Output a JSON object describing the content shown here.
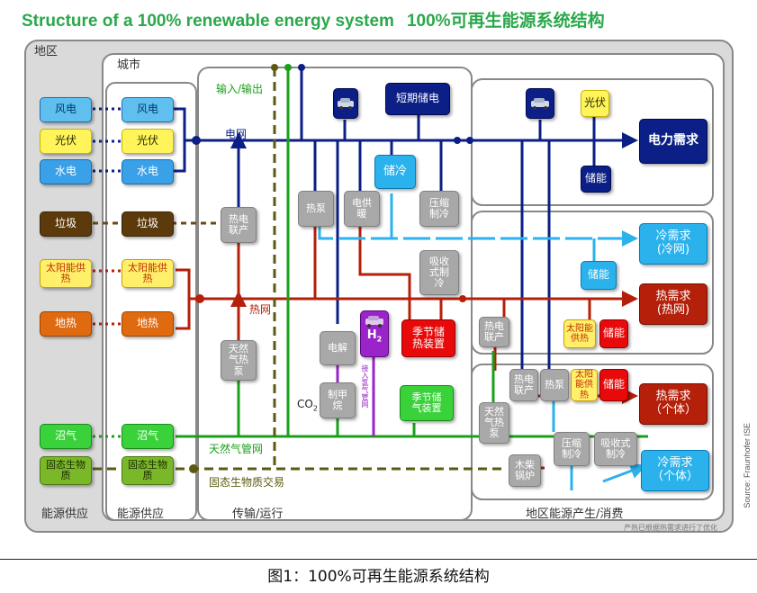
{
  "title": {
    "en": "Structure of a 100% renewable energy system",
    "cn": "100%可再生能源系统结构"
  },
  "regions": {
    "area": "地区",
    "city": "城市",
    "energy_supply": "能源供应",
    "city_supply": "能源供应",
    "transport": "传输/运行",
    "local": "地区能源产生/消费"
  },
  "sources_left": [
    "风电",
    "光伏",
    "水电",
    "垃圾",
    "太阳能供\n热",
    "地热",
    "沼气",
    "固态生物\n质"
  ],
  "sources_city": [
    "风电",
    "光伏",
    "水电",
    "垃圾",
    "太阳能供\n热",
    "地热",
    "沼气",
    "固态生物\n质"
  ],
  "transport_labels": {
    "io": "输入/输出",
    "grid": "电网",
    "heat": "热网",
    "gas": "天然气管网",
    "biomass": "固态生物质交易"
  },
  "transport_nodes": {
    "chp": "热电\n联产",
    "gas_heat": "天然\n气热\n泵",
    "heat_pump": "热泵",
    "elec_heat": "电供\n暖",
    "compress": "压缩\n制冷",
    "absorb": "吸收\n式制\n冷",
    "short_storage": "短期储电",
    "cold_storage": "储冷",
    "seasonal": "季节储\n热装置",
    "electrolysis": "电解",
    "methanation": "制甲\n烷",
    "gas_storage": "季节储\n气装置",
    "h2": "H",
    "h2_sub": "2",
    "co2": "CO",
    "co2_sub": "2",
    "h2_pipe": "接入氢气管网"
  },
  "local_nodes": {
    "pv": "光伏",
    "storage": "储能",
    "power_demand": "电力需求",
    "cold_storage": "储能",
    "cold_demand": "冷需求\n(冷网)",
    "heat_demand": "热需求\n(热网)",
    "solar": "太阳能\n供热",
    "heat_storage": "储能",
    "chp": "热电\n联产",
    "chp2": "热电\n联产",
    "hp2": "热泵",
    "solar2": "太阳\n能供\n热",
    "storage2": "储能",
    "heat_demand2": "热需求\n（个体）",
    "gas_hp": "天然\n气热\n泵",
    "compress2": "压缩\n制冷",
    "absorb2": "吸收式\n制冷",
    "cold_demand2": "冷需求\n（个体）",
    "boiler": "木柴\n锅炉"
  },
  "colors": {
    "electric": "#0b1f86",
    "heat": "#b4200a",
    "cold": "#2bb2ec",
    "gas": "#1aa01a",
    "biomass": "#5c5a10",
    "waste": "#6b4a10"
  },
  "icons": [
    "car-icon",
    "car-icon",
    "h2-car-icon"
  ],
  "source_credit": "Source: Fraunhofer ISE",
  "note": "产热已根据热需求进行了优化",
  "caption": "图1：100%可再生能源系统结构"
}
